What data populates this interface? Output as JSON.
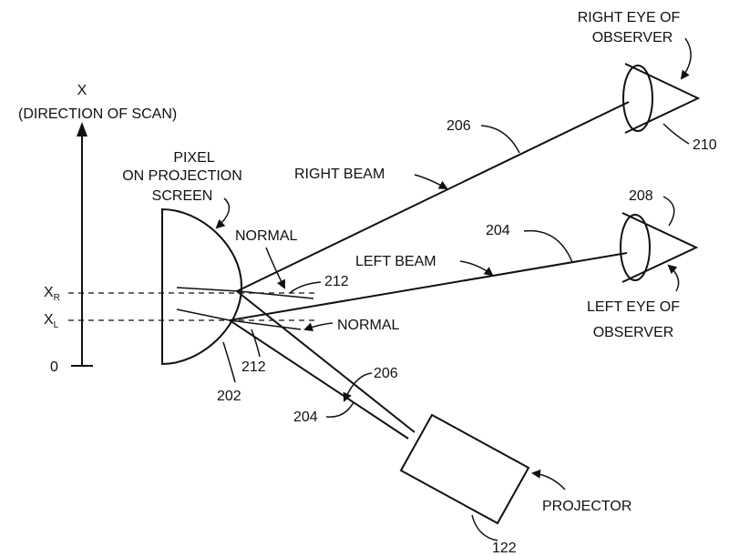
{
  "labels": {
    "x_axis": "X",
    "direction_of_scan": "(DIRECTION OF SCAN)",
    "xr": "X",
    "xr_sub": "R",
    "xl": "X",
    "xl_sub": "L",
    "zero": "0",
    "pixel_line1": "PIXEL",
    "pixel_line2": "ON PROJECTION",
    "pixel_line3": "SCREEN",
    "normal_upper": "NORMAL",
    "normal_lower": "NORMAL",
    "right_beam": "RIGHT BEAM",
    "left_beam": "LEFT BEAM",
    "right_eye_line1": "RIGHT EYE OF",
    "right_eye_line2": "OBSERVER",
    "left_eye_line1": "LEFT EYE OF",
    "left_eye_line2": "OBSERVER",
    "projector": "PROJECTOR"
  },
  "refs": {
    "pixel": "202",
    "right_beam": "206",
    "right_beam_lower": "206",
    "left_beam": "204",
    "left_beam_lower": "204",
    "right_eye": "210",
    "left_eye": "208",
    "normal_upper": "212",
    "normal_lower": "212",
    "projector": "122"
  }
}
